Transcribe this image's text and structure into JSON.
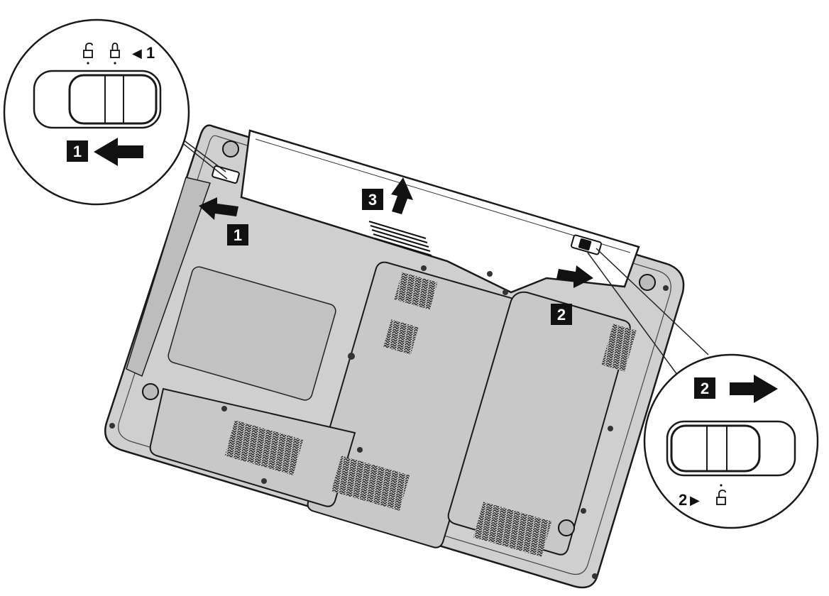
{
  "callout_left": {
    "unlock_icon": "unlock-icon",
    "lock_icon": "lock-icon",
    "arrow_glyph": "◀",
    "label": "1",
    "step_badge": "1"
  },
  "callout_right": {
    "step_badge": "2",
    "label": "2",
    "arrow_glyph": "▶",
    "unlock_icon": "unlock-icon"
  },
  "body_badges": {
    "latch_left": "1",
    "latch_right": "2",
    "battery_lift": "3"
  },
  "colors": {
    "chassis": "#cfcfcf",
    "panel": "#c9c9c9",
    "battery": "#ffffff",
    "outline": "#1a1a1a",
    "badge": "#111111"
  }
}
